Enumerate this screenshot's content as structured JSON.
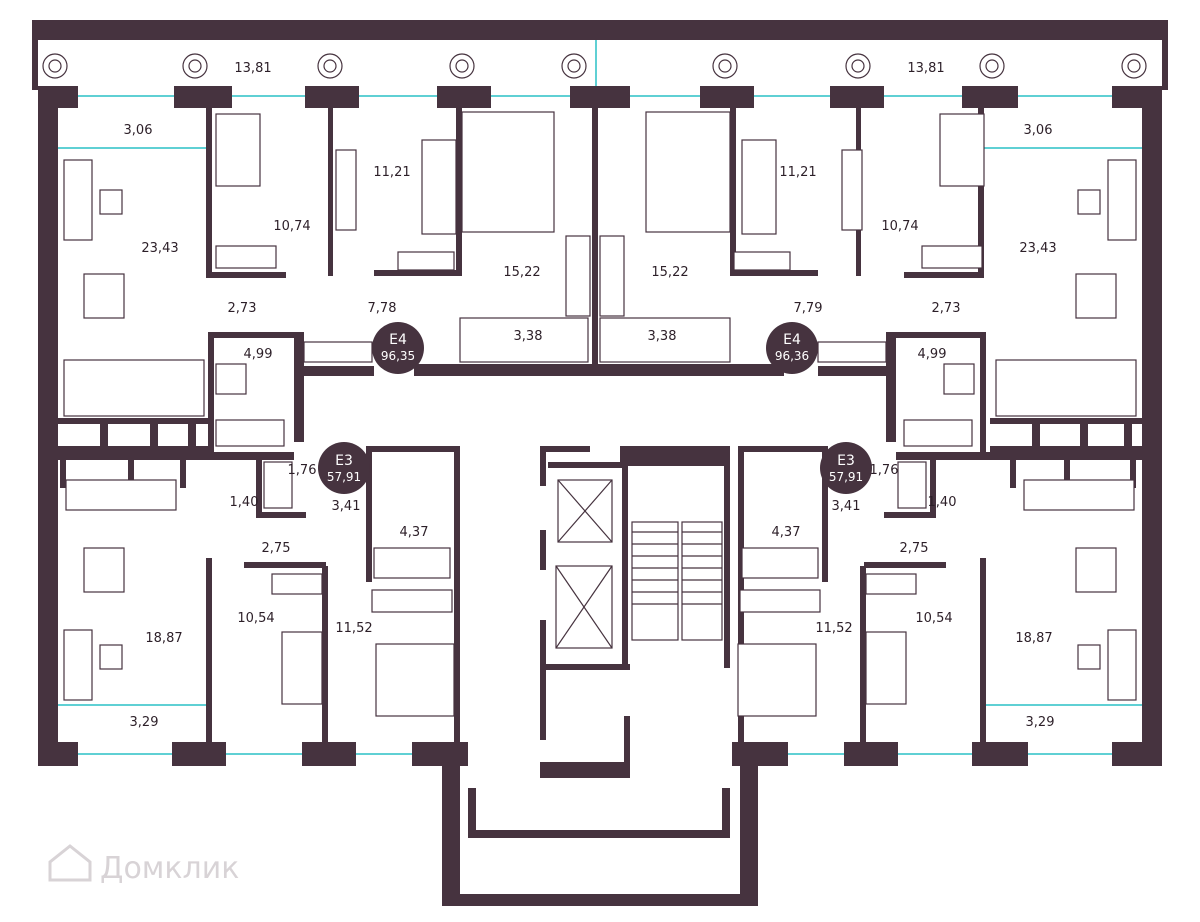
{
  "watermark": {
    "brand": "Домклик"
  },
  "apartments": [
    {
      "type": "Е4",
      "area": "96,35"
    },
    {
      "type": "Е4",
      "area": "96,36"
    },
    {
      "type": "Е3",
      "area": "57,91"
    },
    {
      "type": "Е3",
      "area": "57,91"
    }
  ],
  "rooms": {
    "terrace_left": "13,81",
    "terrace_right": "13,81",
    "balcony_tl": "3,06",
    "balcony_tr": "3,06",
    "living_tl": "23,43",
    "living_tr": "23,43",
    "bed_tl_small": "10,74",
    "bed_tr_small": "10,74",
    "bed_tl_mid": "11,21",
    "bed_tr_mid": "11,21",
    "bed_tl_master": "15,22",
    "bed_tr_master": "15,22",
    "corr_tl": "2,73",
    "corr_tr": "2,73",
    "hall_tl": "7,78",
    "hall_tr": "7,79",
    "wc_tl": "3,38",
    "wc_tr": "3,38",
    "bath_tl": "4,99",
    "bath_tr": "4,99",
    "ward_bl": "1,76",
    "ward_br": "1,76",
    "wc_bl": "1,40",
    "wc_br": "1,40",
    "hall_bl": "3,41",
    "hall_br": "3,41",
    "bath_bl": "4,37",
    "bath_br": "4,37",
    "corr_bl": "2,75",
    "corr_br": "2,75",
    "bed_bl_small": "10,54",
    "bed_br_small": "10,54",
    "bed_bl_big": "11,52",
    "bed_br_big": "11,52",
    "living_bl": "18,87",
    "living_br": "18,87",
    "balcony_bl": "3,29",
    "balcony_br": "3,29"
  },
  "colors": {
    "wall": "#46333f",
    "glazing": "#5fd0d4",
    "background": "#ffffff"
  }
}
